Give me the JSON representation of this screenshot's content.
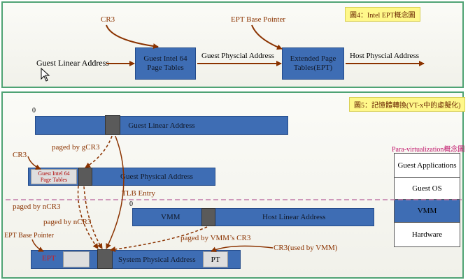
{
  "top": {
    "figure_label": "圖4：Intel EPT概念圖",
    "guest_linear_address": "Guest Linear Address",
    "cr3": "CR3",
    "page_tables_box": "Guest Intel 64 Page Tables",
    "guest_physical_address": "Guest Physcial Address",
    "ept_base_pointer": "EPT Base Pointer",
    "ept_box": "Extended Page Tables(EPT)",
    "host_physical_address": "Host Physcial Address"
  },
  "bottom": {
    "figure_label": "圖5：記憶體轉換(VT-x中的虛擬化)",
    "zero_top": "0",
    "zero_mid": "0",
    "guest_linear_address": "Guest Linear Address",
    "paged_by_gcr3": "paged by gCR3",
    "cr3": "CR3",
    "page_tables_box": "Guest Intel 64 Page Tables",
    "guest_physical_address": "Guest Physical Address",
    "tlb_entry": "TLB Entry",
    "paged_by_ncr3_1": "paged by nCR3",
    "paged_by_ncr3_2": "paged by nCR3",
    "vmm": "VMM",
    "host_linear_address": "Host Linear Address",
    "ept_base_pointer": "EPT Base Pointer",
    "paged_by_vmm_cr3": "paged by VMM’s CR3",
    "ept": "EPT",
    "system_physical_address": "System Physical Address",
    "pt": "PT",
    "cr3_used_by_vmm": "CR3(used by VMM)"
  },
  "para": {
    "title": "Para-virtualization概念圖",
    "layers": [
      "Guest Applications",
      "Guest OS",
      "VMM",
      "Hardware"
    ]
  },
  "colors": {
    "box_blue": "#3e6db4",
    "arrow_brown": "#8b3300",
    "panel_border": "#4fa374",
    "label_yellow": "#fff88a"
  }
}
